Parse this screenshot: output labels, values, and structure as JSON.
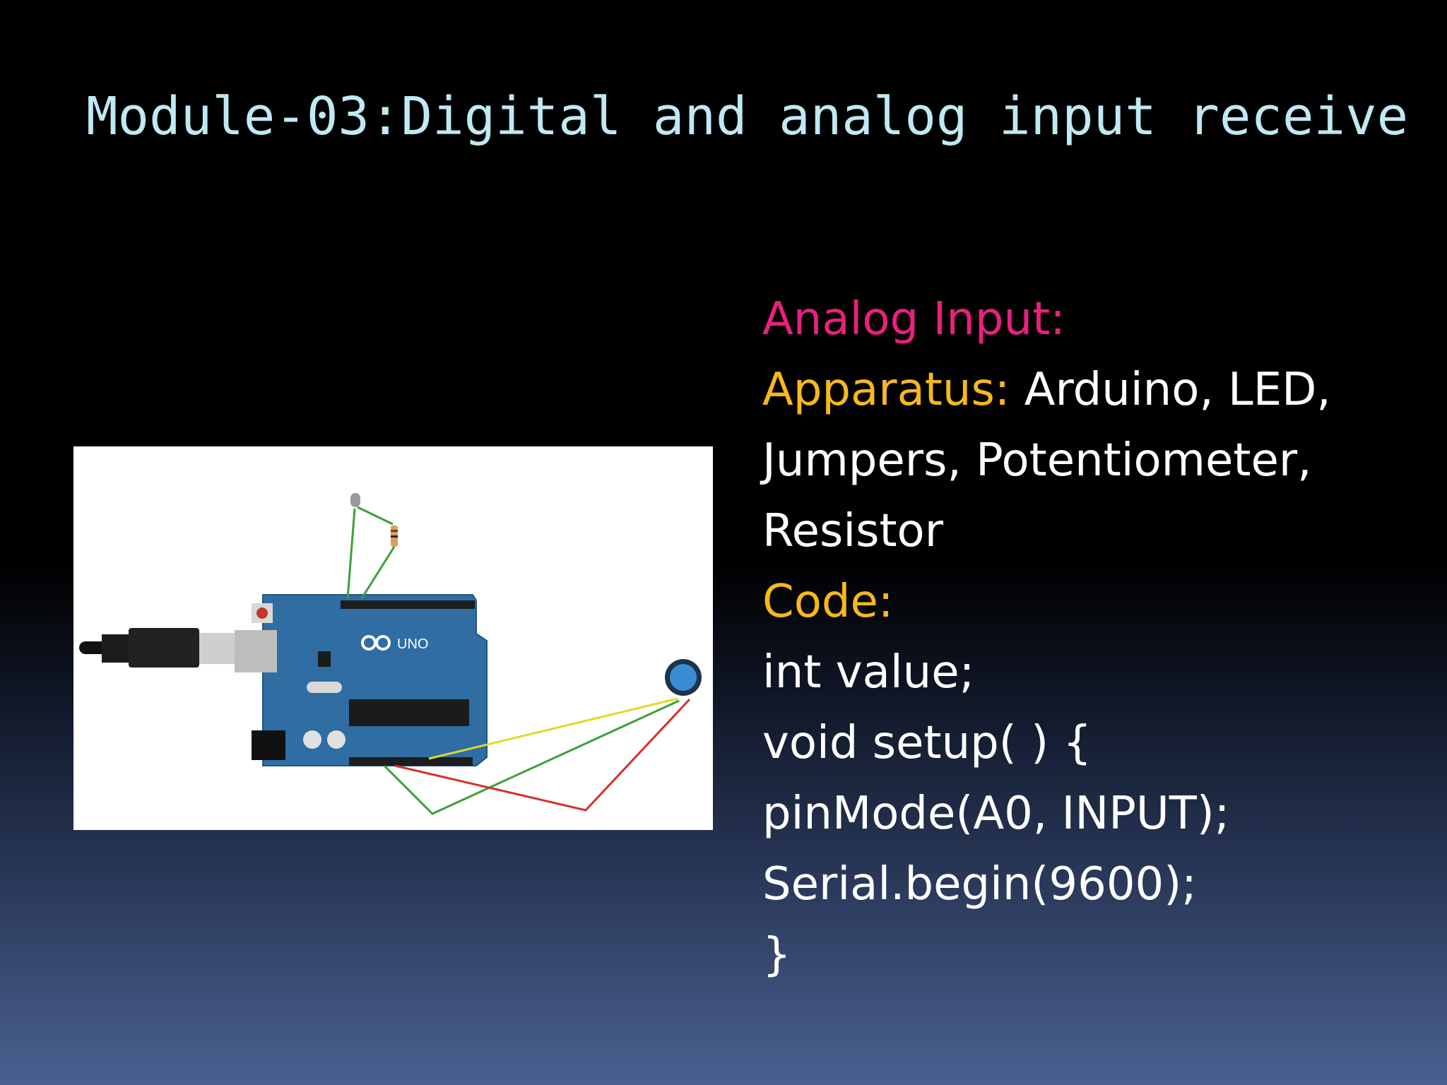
{
  "slide": {
    "title": "Module-03:Digital and analog input receive",
    "heading": "Analog Input:",
    "apparatus_label": "Apparatus:",
    "apparatus_line1": " Arduino, LED,",
    "apparatus_line2": "Jumpers, Potentiometer,",
    "apparatus_line3": "Resistor",
    "code_label": "Code:",
    "code_lines": [
      "int value;",
      "void setup( ) {",
      "pinMode(A0, INPUT);",
      "Serial.begin(9600);",
      "}"
    ]
  },
  "figure": {
    "board_logo": "UNO"
  },
  "colors": {
    "title": "#bfe9f3",
    "heading": "#e8207e",
    "label": "#f6b81c",
    "body_text": "#ffffff",
    "board": "#2f6da3"
  }
}
